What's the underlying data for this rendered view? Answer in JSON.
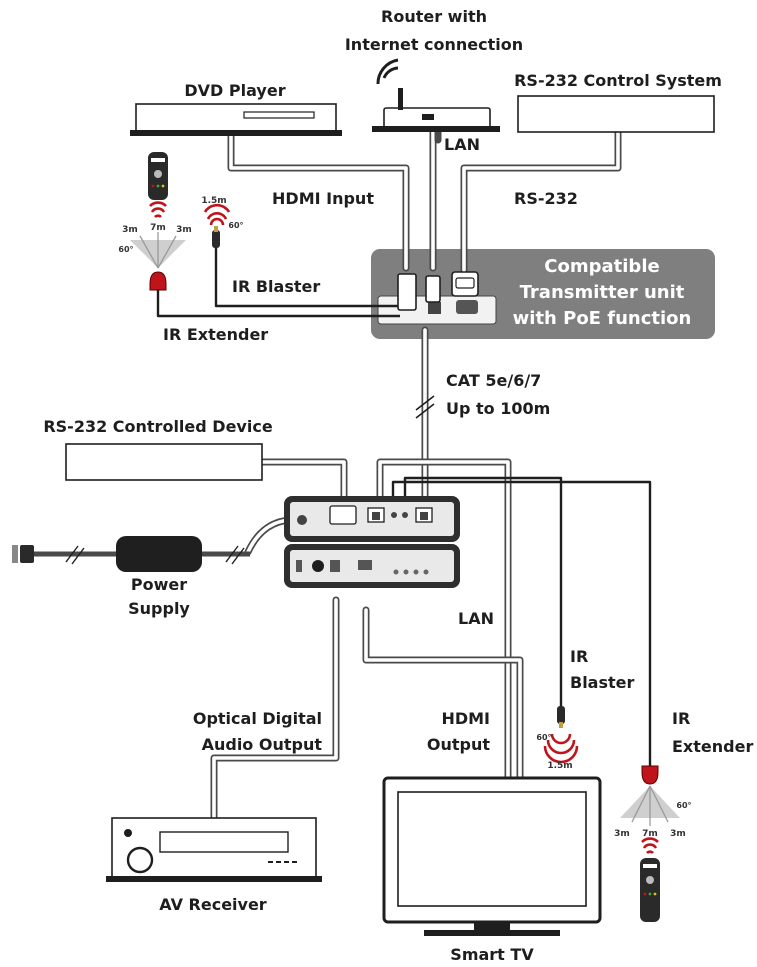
{
  "labels": {
    "router": [
      "Router with",
      "Internet connection"
    ],
    "dvd": "DVD Player",
    "rs232_system": "RS-232 Control System",
    "lan_top": "LAN",
    "hdmi_input": "HDMI Input",
    "rs232": "RS-232",
    "ir_blaster_top": "IR Blaster",
    "ir_extender_top": "IR Extender",
    "transmitter": [
      "Compatible",
      "Transmitter unit",
      "with PoE function"
    ],
    "cat": [
      "CAT 5e/6/7",
      "Up to 100m"
    ],
    "rs232_device": "RS-232 Controlled Device",
    "power": [
      "Power",
      "Supply"
    ],
    "lan_bottom": "LAN",
    "ir_blaster_bottom": [
      "IR",
      "Blaster"
    ],
    "ir_extender_bottom": [
      "IR",
      "Extender"
    ],
    "optical": [
      "Optical Digital",
      "Audio Output"
    ],
    "hdmi_output": [
      "HDMI",
      "Output"
    ],
    "av_receiver": "AV Receiver",
    "smart_tv": "Smart TV"
  },
  "ir_specs": {
    "extender": {
      "left": "3m",
      "center": "7m",
      "right": "3m",
      "angle": "60°"
    },
    "blaster": {
      "distance": "1.5m",
      "angle": "60°"
    }
  },
  "colors": {
    "cable": "#4a4a4a",
    "panel": "#7f7f7f",
    "device": "#1e1e1e",
    "ir_red": "#c0141b"
  }
}
